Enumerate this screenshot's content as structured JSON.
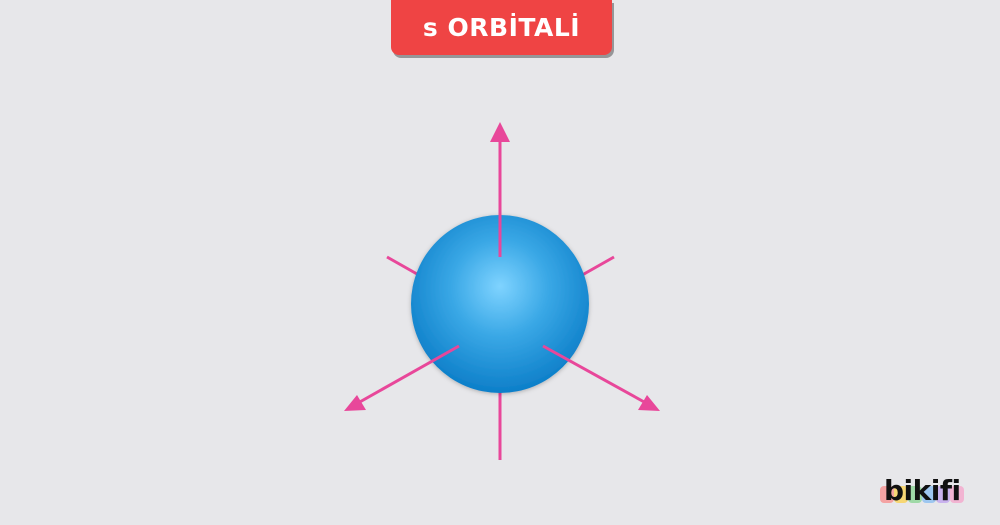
{
  "title": "s ORBİTALİ",
  "brand": "bikifi",
  "colors": {
    "background": "#e7e7ea",
    "title_badge": "#ef4444",
    "arrow": "#e8479a",
    "sphere_light": "#7fd3ff",
    "sphere_dark": "#0a7cc7"
  },
  "icons": {
    "logo": "bikifi-logo"
  }
}
